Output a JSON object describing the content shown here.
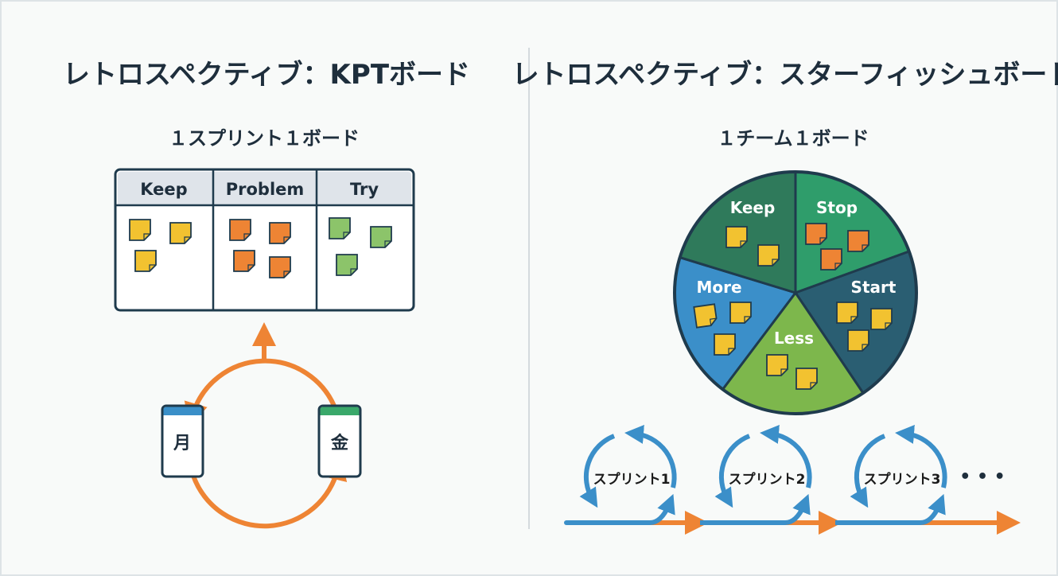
{
  "left": {
    "title": "レトロスペクティブ：KPTボード",
    "subtitle": "１スプリント１ボード",
    "columns": [
      {
        "label": "Keep",
        "note_color": "#f2c230",
        "notes": 3
      },
      {
        "label": "Problem",
        "note_color": "#ee8434",
        "notes": 4
      },
      {
        "label": "Try",
        "note_color": "#8cc46a",
        "notes": 3
      }
    ],
    "cycle": {
      "start_day": "月",
      "end_day": "金",
      "arrow_color": "#ee8434",
      "start_color": "#3a8fc8",
      "end_color": "#3aa86a"
    }
  },
  "right": {
    "title": "レトロスペクティブ：スターフィッシュボード",
    "subtitle": "１チーム１ボード",
    "segments": [
      {
        "label": "Keep",
        "color": "#2f9d6b",
        "note_color": "#f2c230",
        "notes": 2
      },
      {
        "label": "Stop",
        "color": "#2a5e72",
        "note_color": "#ee8434",
        "notes": 3
      },
      {
        "label": "Start",
        "color": "#7db74c",
        "note_color": "#f2c230",
        "notes": 3
      },
      {
        "label": "Less",
        "color": "#3b8fc9",
        "note_color": "#f2c230",
        "notes": 2
      },
      {
        "label": "More",
        "color": "#2f7a5b",
        "note_color": "#f2c230",
        "notes": 3
      }
    ],
    "sprints": [
      "スプリント1",
      "スプリント2",
      "スプリント3"
    ],
    "ellipsis": "• • •",
    "loop_color": "#3b8fc9",
    "timeline_color": "#ee8434"
  }
}
